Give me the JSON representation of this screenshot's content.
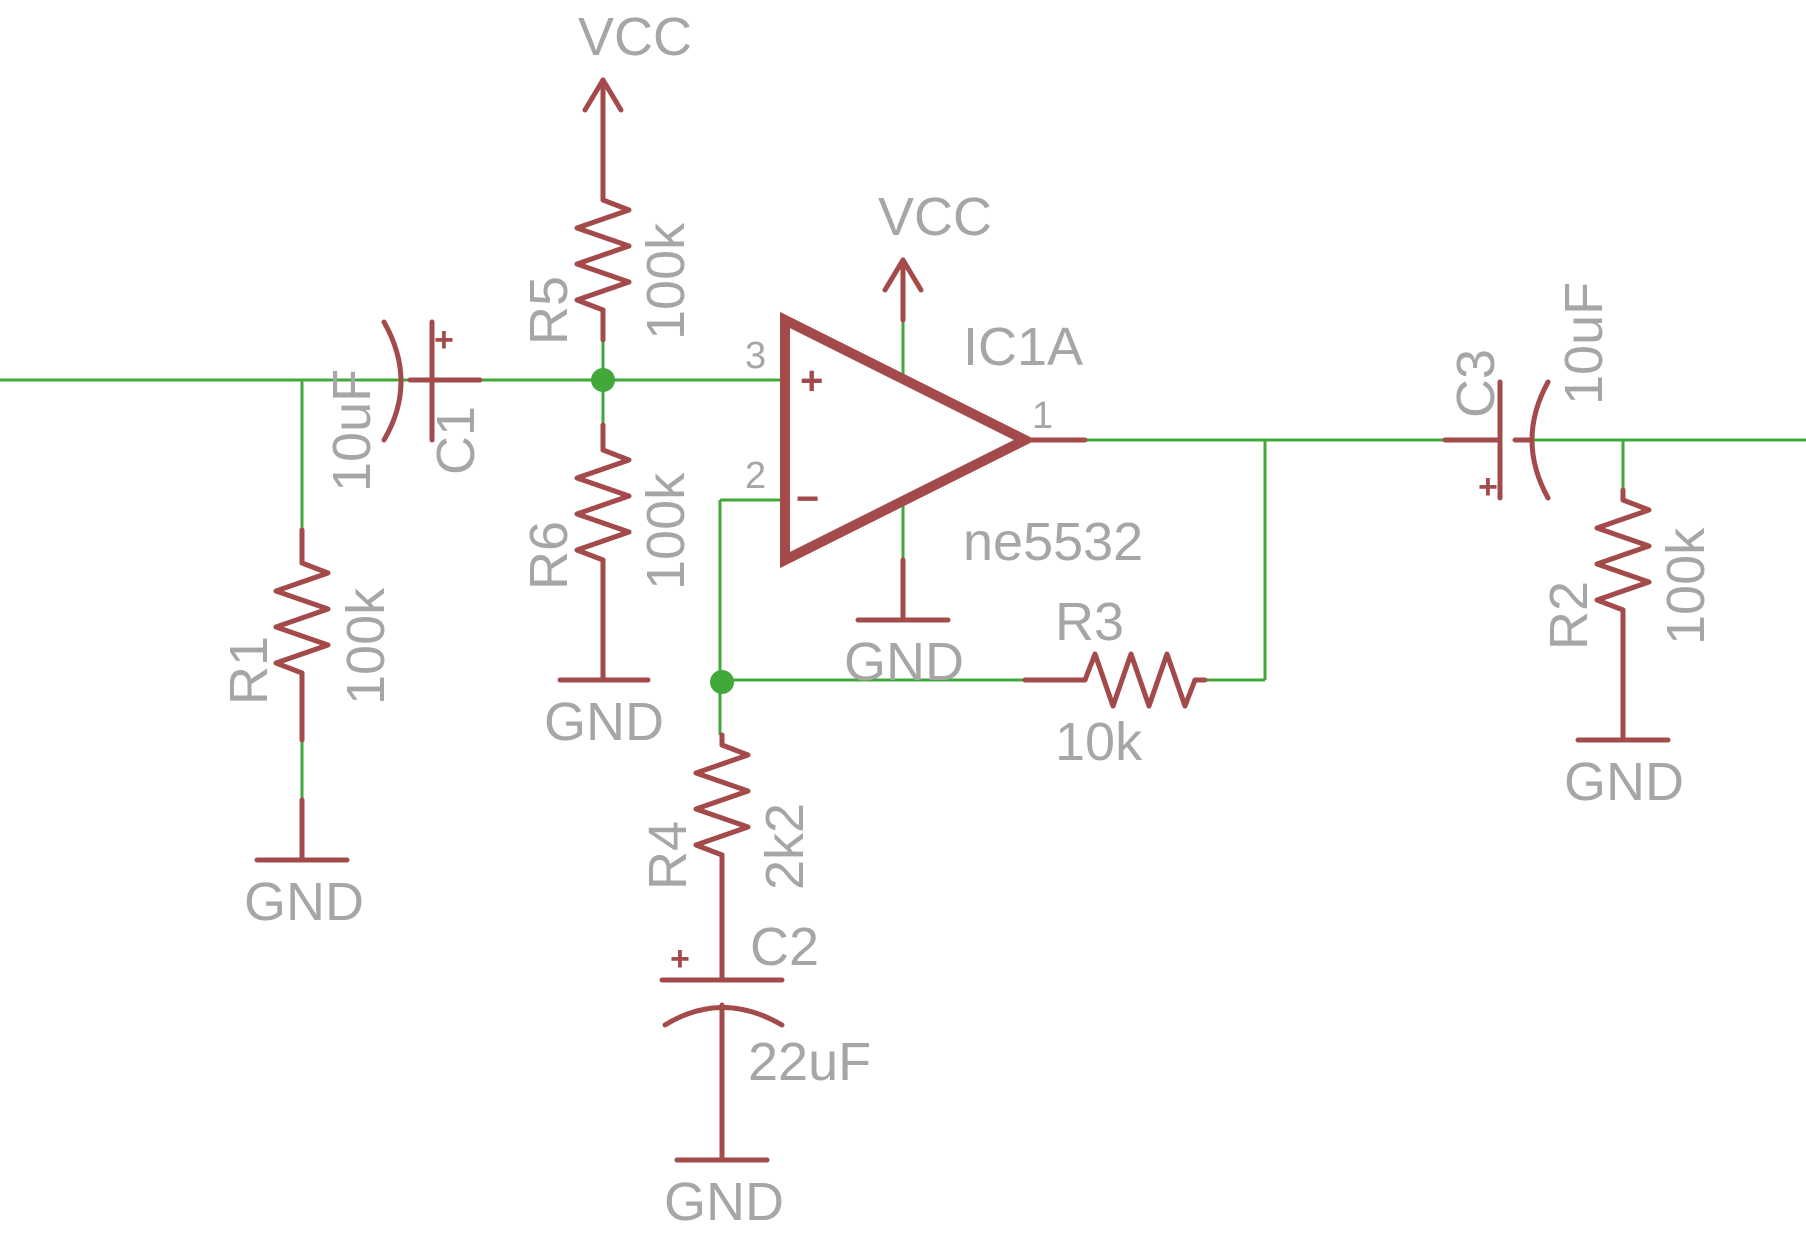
{
  "colors": {
    "wire": "#41a83a",
    "component": "#a34a4a",
    "label": "#a6a6a6"
  },
  "supply": {
    "vcc": "VCC",
    "gnd": "GND"
  },
  "components": {
    "c1": {
      "name": "C1",
      "value": "10uF",
      "polarity": "+"
    },
    "c2": {
      "name": "C2",
      "value": "22uF",
      "polarity": "+"
    },
    "c3": {
      "name": "C3",
      "value": "10uF",
      "polarity": "+"
    },
    "r1": {
      "name": "R1",
      "value": "100k"
    },
    "r2": {
      "name": "R2",
      "value": "100k"
    },
    "r3": {
      "name": "R3",
      "value": "10k"
    },
    "r4": {
      "name": "R4",
      "value": "2k2"
    },
    "r5": {
      "name": "R5",
      "value": "100k"
    },
    "r6": {
      "name": "R6",
      "value": "100k"
    },
    "ic1": {
      "name": "IC1A",
      "part": "ne5532",
      "pins": {
        "noninv": "3",
        "inv": "2",
        "out": "1"
      },
      "noninv_sign": "+",
      "inv_sign": "−"
    }
  }
}
